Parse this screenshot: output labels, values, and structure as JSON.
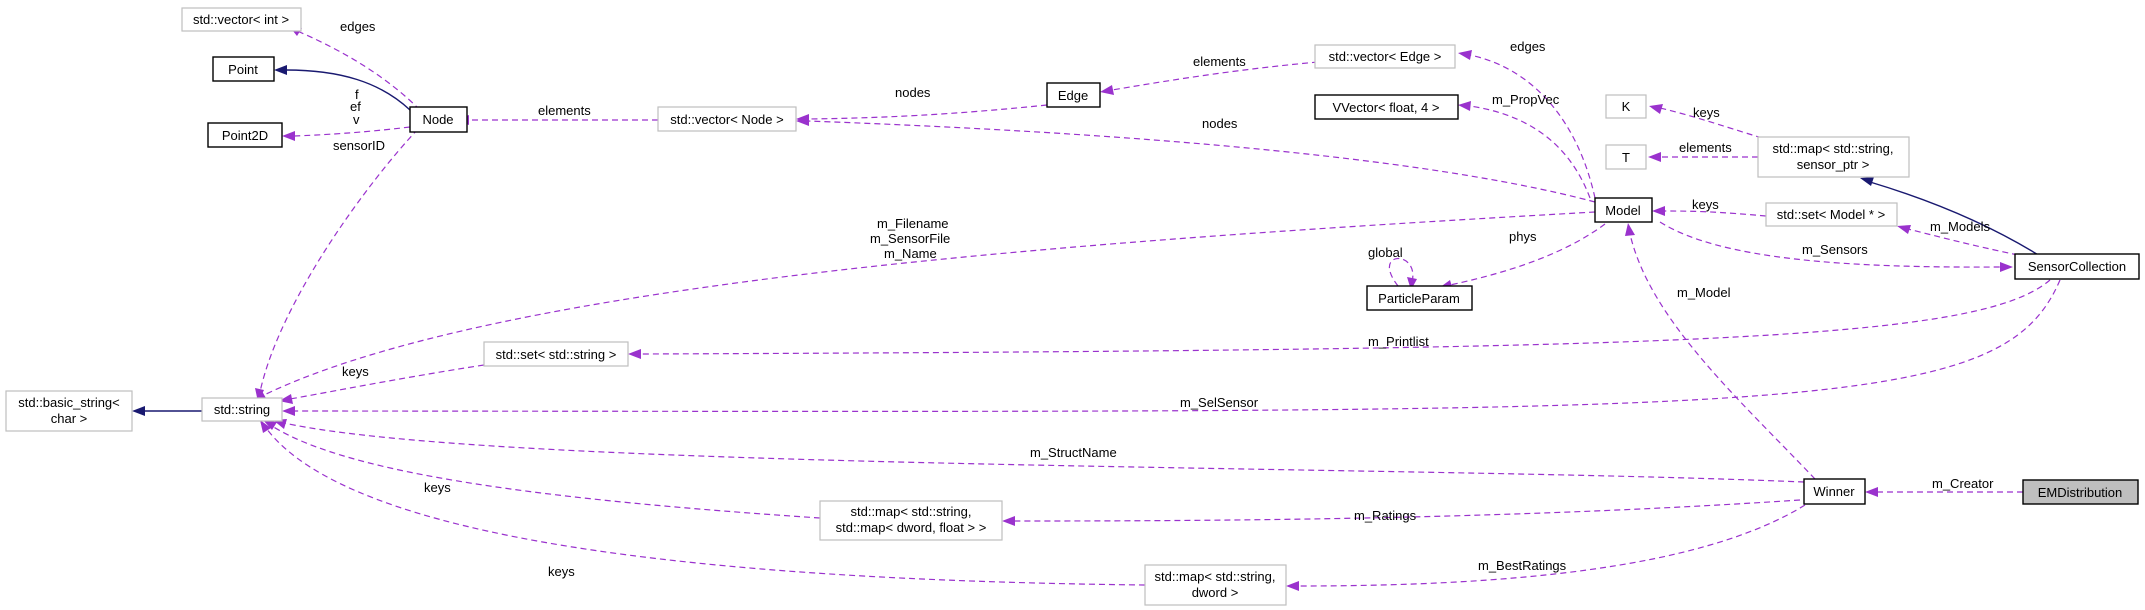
{
  "nodes": {
    "std_vector_int": "std::vector< int >",
    "point": "Point",
    "point2d": "Point2D",
    "node": "Node",
    "std_basic_string_l1": "std::basic_string<",
    "std_basic_string_l2": "char >",
    "std_string": "std::string",
    "std_vector_node": "std::vector< Node >",
    "edge": "Edge",
    "std_vector_edge": "std::vector< Edge >",
    "vvector": "VVector< float, 4 >",
    "k": "K",
    "t": "T",
    "std_map_sensor_l1": "std::map< std::string,",
    "std_map_sensor_l2": "sensor_ptr >",
    "model": "Model",
    "std_set_model": "std::set< Model * >",
    "particle_param": "ParticleParam",
    "sensor_collection": "SensorCollection",
    "std_set_string": "std::set< std::string >",
    "winner": "Winner",
    "em_distribution": "EMDistribution",
    "std_map_ratings_l1": "std::map< std::string,",
    "std_map_ratings_l2": "std::map< dword, float > >",
    "std_map_best_l1": "std::map< std::string,",
    "std_map_best_l2": "dword >"
  },
  "edge_labels": {
    "edges_vector_int": "edges",
    "node_fev_f": "f",
    "node_fev_ef": "ef",
    "node_fev_v": "v",
    "node_sensor_id": "sensorID",
    "elements_vector_node": "elements",
    "nodes_vector_node": "nodes",
    "elements_edge": "elements",
    "edges_vector_edge": "edges",
    "m_prop_vec": "m_PropVec",
    "nodes_model": "nodes",
    "keys_k": "keys",
    "elements_t": "elements",
    "keys_model": "keys",
    "m_models": "m_Models",
    "global": "global",
    "phys": "phys",
    "m_sensors": "m_Sensors",
    "m_filename": "m_Filename",
    "m_sensor_file": "m_SensorFile",
    "m_name": "m_Name",
    "keys_set_string": "keys",
    "m_printlist": "m_Printlist",
    "m_model": "m_Model",
    "m_sel_sensor": "m_SelSensor",
    "m_struct_name": "m_StructName",
    "m_creator": "m_Creator",
    "keys_ratings": "keys",
    "m_ratings": "m_Ratings",
    "keys_best": "keys",
    "m_best_ratings": "m_BestRatings"
  },
  "colors": {
    "usage_edge": "#9a32cd",
    "inheritance_edge": "#191970",
    "focus_node_fill": "#bfbfbf",
    "grey_node_border": "#bfbfbf"
  }
}
